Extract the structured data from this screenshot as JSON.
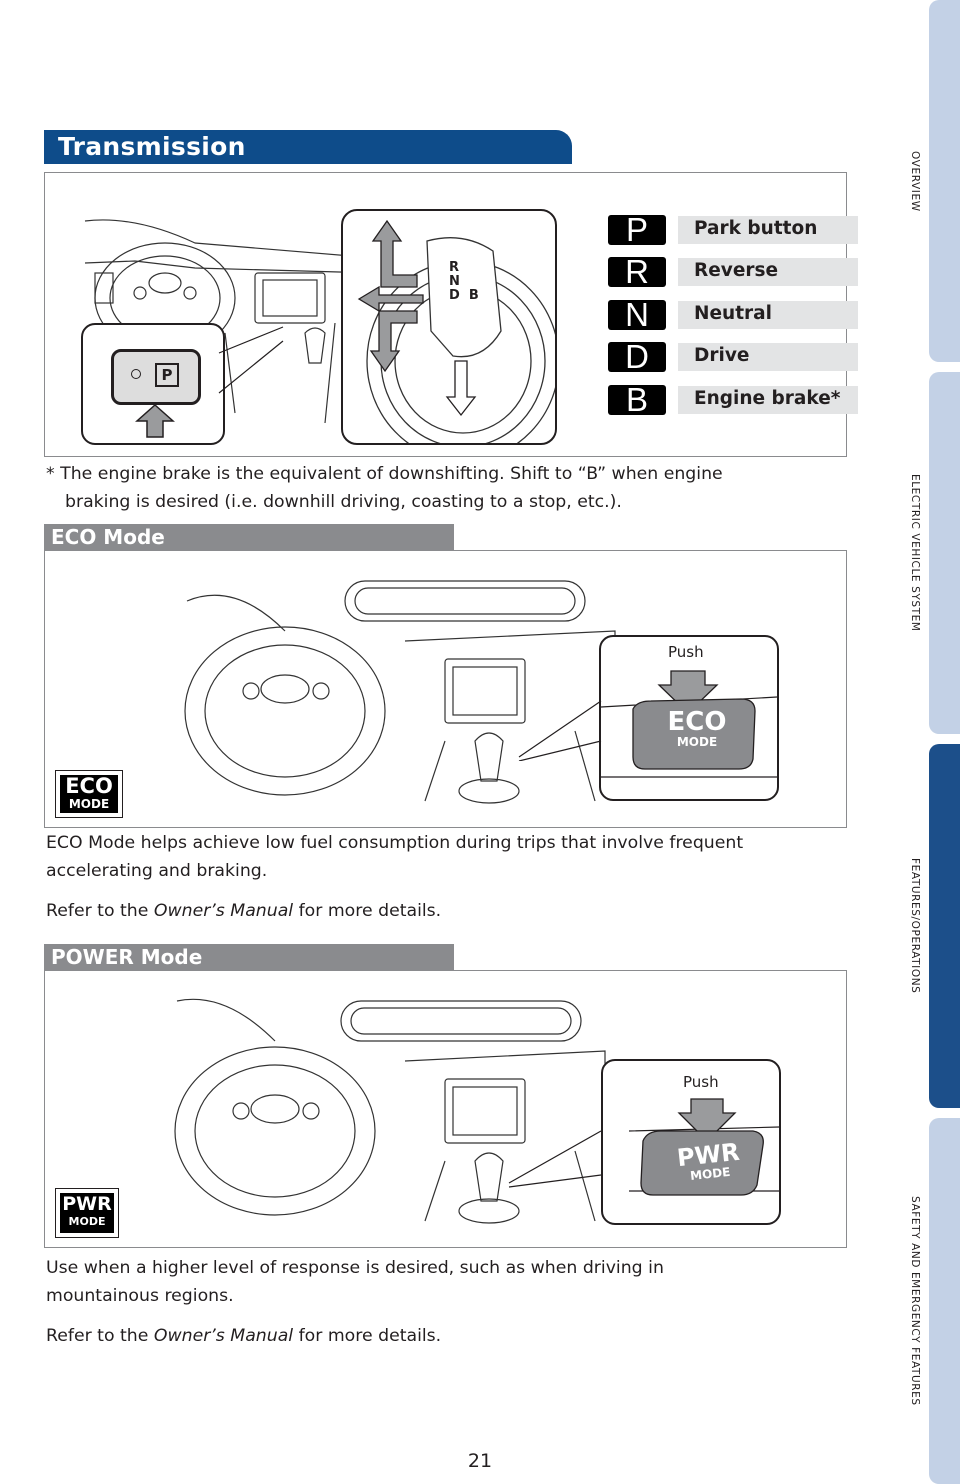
{
  "side_tabs": [
    {
      "label": "OVERVIEW",
      "active": false
    },
    {
      "label": "ELECTRIC VEHICLE SYSTEM",
      "active": false
    },
    {
      "label": "FEATURES/OPERATIONS",
      "active": true
    },
    {
      "label": "SAFETY AND EMERGENCY FEATURES",
      "active": false
    }
  ],
  "transmission": {
    "title": "Transmission",
    "gears": [
      {
        "letter": "P",
        "label": "Park button"
      },
      {
        "letter": "R",
        "label": "Reverse"
      },
      {
        "letter": "N",
        "label": "Neutral"
      },
      {
        "letter": "D",
        "label": "Drive"
      },
      {
        "letter": "B",
        "label": "Engine brake*"
      }
    ],
    "shifter_letters": [
      "R",
      "N",
      "D",
      "B"
    ],
    "park_button_letter": "P",
    "footnote_line1": "* The engine brake is the equivalent of downshifting. Shift to “B” when engine",
    "footnote_line2": "braking is desired (i.e. downhill driving, coasting to a stop, etc.)."
  },
  "eco": {
    "title": "ECO Mode",
    "push": "Push",
    "badge_top": "ECO",
    "badge_bottom": "MODE",
    "text_line1": "ECO Mode helps achieve low fuel consumption during trips that involve frequent",
    "text_line2": "accelerating and braking.",
    "refer_prefix": "Refer to the ",
    "refer_em": "Owner’s Manual",
    "refer_suffix": " for more details."
  },
  "power": {
    "title": "POWER Mode",
    "push": "Push",
    "badge_top": "PWR",
    "badge_bottom": "MODE",
    "text_line1": "Use when a higher level of response is desired, such as when driving in",
    "text_line2": "mountainous regions.",
    "refer_prefix": "Refer to the ",
    "refer_em": "Owner’s Manual",
    "refer_suffix": " for more details."
  },
  "page_number": "21",
  "colors": {
    "header_blue": "#0e4c8a",
    "sub_header_gray": "#8a8b8e",
    "tab_light": "#c3d1e6",
    "tab_active": "#1c4f8a"
  }
}
